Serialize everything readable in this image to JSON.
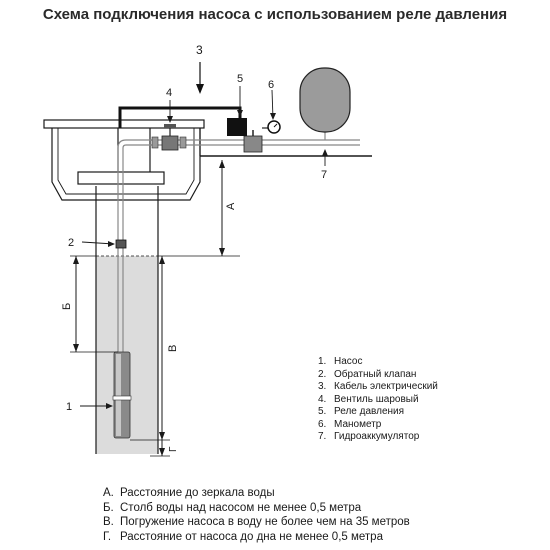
{
  "title": "Схема подключения насоса с использованием реле давления",
  "callouts": {
    "n1": "1",
    "n2": "2",
    "n3": "3",
    "n4": "4",
    "n5": "5",
    "n6": "6",
    "n7": "7"
  },
  "dimension_labels": {
    "a": "А",
    "b": "Б",
    "v": "В",
    "g": "Г"
  },
  "legend": [
    {
      "num": "1.",
      "text": "Насос"
    },
    {
      "num": "2.",
      "text": "Обратный клапан"
    },
    {
      "num": "3.",
      "text": "Кабель электрический"
    },
    {
      "num": "4.",
      "text": "Вентиль шаровый"
    },
    {
      "num": "5.",
      "text": "Реле давления"
    },
    {
      "num": "6.",
      "text": "Манометр"
    },
    {
      "num": "7.",
      "text": "Гидроаккумулятор"
    }
  ],
  "notes": [
    {
      "letter": "А.",
      "text": "Расстояние до зеркала воды"
    },
    {
      "letter": "Б.",
      "text": "Столб воды над насосом не менее 0,5 метра"
    },
    {
      "letter": "В.",
      "text": "Погружение насоса в воду не более чем на 35 метров"
    },
    {
      "letter": "Г.",
      "text": "Расстояние от насоса до дна не менее 0,5 метра"
    }
  ],
  "colors": {
    "line": "#1a1a1a",
    "water": "#dcdcdc",
    "pipe": "#9a9a9a",
    "tank": "#9b9b9b",
    "relay": "#111111"
  }
}
